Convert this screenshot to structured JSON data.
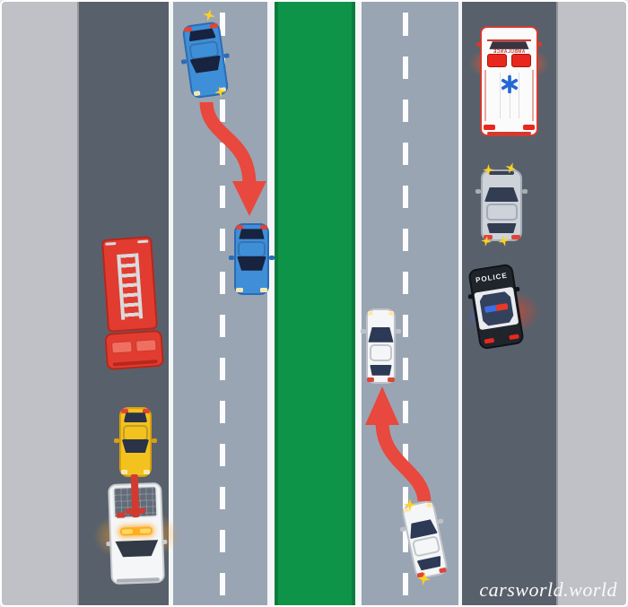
{
  "labels": {
    "police": "POLICE",
    "ambulance": "AMBULANCE"
  },
  "watermark": {
    "text": "carsworld.world"
  },
  "colors": {
    "median_green": "#0E9448",
    "road_dark": "#58616B",
    "road_light": "#9AA5B3",
    "shoulder_gray": "#BFC1C6",
    "arrow_red": "#E8483E",
    "signal_yellow": "#FFD21E",
    "fire_truck_red": "#E23C30",
    "blue_car": "#3F8ED8",
    "yellow_car": "#F3C21F"
  },
  "vehicles": [
    {
      "icon": "blue-car-top-view-icon"
    },
    {
      "icon": "blue-car-top-view-icon"
    },
    {
      "icon": "fire-truck-top-view-icon"
    },
    {
      "icon": "yellow-car-top-view-icon"
    },
    {
      "icon": "tow-truck-top-view-icon"
    },
    {
      "icon": "white-car-top-view-icon"
    },
    {
      "icon": "white-car-top-view-icon"
    },
    {
      "icon": "ambulance-top-view-icon"
    },
    {
      "icon": "silver-car-top-view-icon"
    },
    {
      "icon": "police-car-top-view-icon"
    }
  ]
}
